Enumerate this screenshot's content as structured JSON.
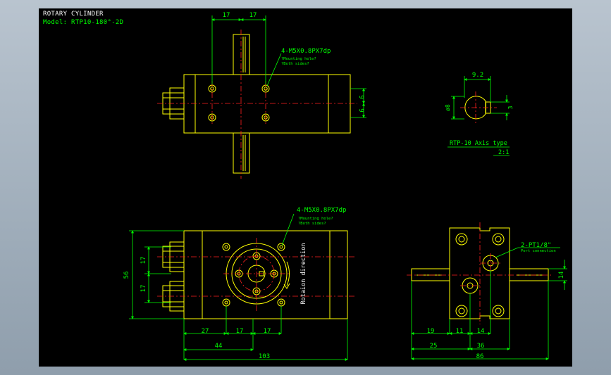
{
  "header": {
    "title": "ROTARY CYLINDER",
    "model": "Model: RTP10-180°-2D"
  },
  "colors": {
    "background": "#000000",
    "outline": "#ffff00",
    "dimension": "#00ff00",
    "centerline": "#ff2020",
    "text": "#ffffff"
  },
  "top_view": {
    "dims": {
      "top_left": "17",
      "top_right": "17",
      "right_upper": "9",
      "right_lower": "9"
    },
    "note": {
      "spec": "4-M5X0.8PX7dp",
      "line1": "?Mounting hole?",
      "line2": "?Both sides?"
    }
  },
  "axis_detail": {
    "dims": {
      "width": "9.2",
      "dia": "ø8",
      "flat": "3"
    },
    "caption": "RTP-10  Axis  type",
    "scale": "2:1"
  },
  "front_view": {
    "dims": {
      "height": "56",
      "upper": "17",
      "lower": "17",
      "b1": "27",
      "b2": "17",
      "b3": "17",
      "b44": "44",
      "b103": "103"
    },
    "note": {
      "spec": "4-M5X0.8PX7dp",
      "line1": "?Mounting hole?",
      "line2": "?Both sides?"
    },
    "rotation": "Rotaion direction"
  },
  "side_view": {
    "dims": {
      "d19": "19",
      "d11": "11",
      "d14b": "14",
      "d14r": "14",
      "d25": "25",
      "d36": "36",
      "d86": "86"
    },
    "port_note": {
      "spec": "2-PT1/8\"",
      "line1": "Port connection"
    }
  }
}
